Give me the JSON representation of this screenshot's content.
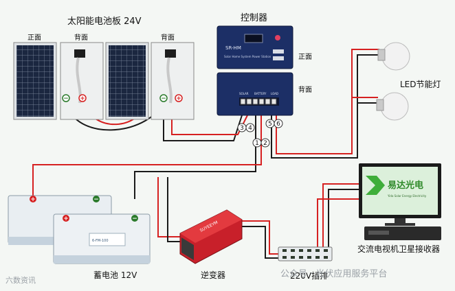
{
  "labels": {
    "solar_panel": "太阳能电池板 24V",
    "front_1": "正面",
    "back_1": "背面",
    "back_2": "背面",
    "controller": "控制器",
    "controller_front": "正面",
    "controller_back": "背面",
    "led_lamp": "LED节能灯",
    "tv_receiver": "交流电视机卫星接收器",
    "battery": "蓄电池 12V",
    "inverter": "逆变器",
    "power_strip": "220V插排"
  },
  "device_text": {
    "controller_model": "SR-HM",
    "controller_desc": "Solar Home System Power Station",
    "terminal_solar": "SOLAR",
    "terminal_battery": "BATTERY",
    "terminal_load": "LOAD",
    "tv_brand": "易达光电",
    "tv_brand_en": "Yida Solar Energy Electricity",
    "inverter_brand": "SUYEEYM",
    "battery_model": "6-FM-100"
  },
  "terminal_numbers": [
    "1",
    "2",
    "3",
    "4",
    "5",
    "6"
  ],
  "polarity": {
    "positive": "+",
    "negative": "−"
  },
  "watermark": {
    "left": "六数资讯",
    "right": "公众号 · 光伏应用服务平台"
  },
  "colors": {
    "positive_wire": "#d62020",
    "negative_wire": "#1a1a1a",
    "controller_body": "#1c2f66",
    "inverter_body": "#c8202a",
    "tv_screen": "#3fae3a"
  }
}
